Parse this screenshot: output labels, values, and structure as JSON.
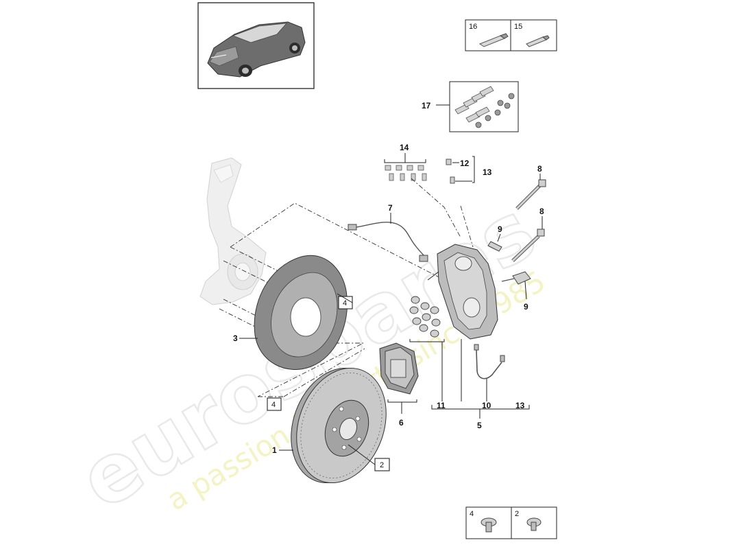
{
  "watermark": {
    "brand": "eurospares",
    "tagline": "a passion for parts since 1985"
  },
  "callouts": {
    "c1": "1",
    "c2": "2",
    "c3": "3",
    "c4": "4",
    "c5": "5",
    "c6": "6",
    "c7": "7",
    "c8a": "8",
    "c8b": "8",
    "c9a": "9",
    "c9b": "9",
    "c10": "10",
    "c11": "11",
    "c12": "12",
    "c13a": "13",
    "c13b": "13",
    "c14": "14",
    "c17": "17"
  },
  "ref_boxes": {
    "box4_shield": "4",
    "box4_disc": "4",
    "box2_disc": "2"
  },
  "legend_top": {
    "item16": "16",
    "item15": "15"
  },
  "legend_bottom": {
    "item4": "4",
    "item2": "2"
  },
  "icons": {
    "vehicle": "suv-vehicle-thumbnail",
    "tube_large": "grease-tube-icon",
    "tube_small": "paste-tube-icon",
    "bolt_a": "hex-bolt-icon",
    "bolt_b": "torx-bolt-icon"
  }
}
